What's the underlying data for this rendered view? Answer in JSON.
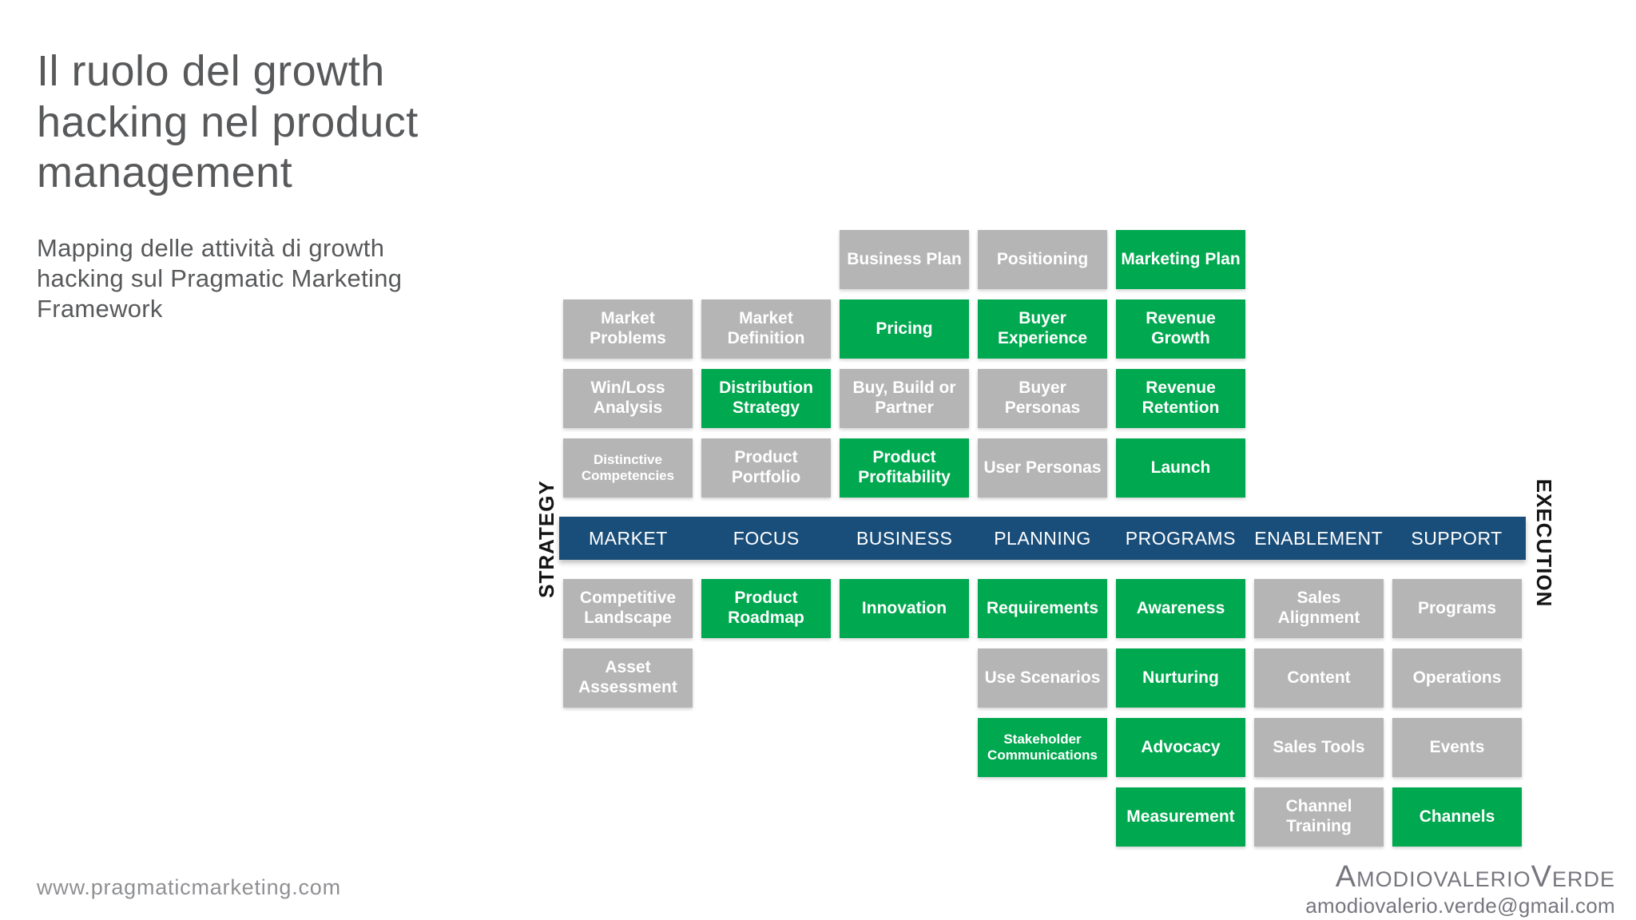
{
  "slide": {
    "title": "Il ruolo del growth hacking nel product management",
    "subtitle": "Mapping delle attività di growth hacking sul Pragmatic Marketing Framework",
    "footer_url": "www.pragmaticmarketing.com",
    "author_first": "Amodiovalerio",
    "author_last": "Verde",
    "author_email": "amodiovalerio.verde@gmail.com"
  },
  "framework": {
    "strategy_label": "STRATEGY",
    "execution_label": "EXECUTION",
    "columns": [
      "MARKET",
      "FOCUS",
      "BUSINESS",
      "PLANNING",
      "PROGRAMS",
      "ENABLEMENT",
      "SUPPORT"
    ],
    "colors": {
      "highlight_green": "#00a84f",
      "muted_gray": "#b5b5b5",
      "bar_blue": "#1a4e7a"
    },
    "cells": [
      {
        "label": "Business Plan",
        "col": "BUSINESS",
        "phase": "strategy",
        "state": "muted"
      },
      {
        "label": "Positioning",
        "col": "PLANNING",
        "phase": "strategy",
        "state": "muted"
      },
      {
        "label": "Marketing Plan",
        "col": "PROGRAMS",
        "phase": "strategy",
        "state": "highlight"
      },
      {
        "label": "Market Problems",
        "col": "MARKET",
        "phase": "strategy",
        "state": "muted"
      },
      {
        "label": "Market Definition",
        "col": "FOCUS",
        "phase": "strategy",
        "state": "muted"
      },
      {
        "label": "Pricing",
        "col": "BUSINESS",
        "phase": "strategy",
        "state": "highlight"
      },
      {
        "label": "Buyer Experience",
        "col": "PLANNING",
        "phase": "strategy",
        "state": "highlight"
      },
      {
        "label": "Revenue Growth",
        "col": "PROGRAMS",
        "phase": "strategy",
        "state": "highlight"
      },
      {
        "label": "Win/Loss Analysis",
        "col": "MARKET",
        "phase": "strategy",
        "state": "muted"
      },
      {
        "label": "Distribution Strategy",
        "col": "FOCUS",
        "phase": "strategy",
        "state": "highlight"
      },
      {
        "label": "Buy, Build or Partner",
        "col": "BUSINESS",
        "phase": "strategy",
        "state": "muted"
      },
      {
        "label": "Buyer Personas",
        "col": "PLANNING",
        "phase": "strategy",
        "state": "muted"
      },
      {
        "label": "Revenue Retention",
        "col": "PROGRAMS",
        "phase": "strategy",
        "state": "highlight"
      },
      {
        "label": "Distinctive Competencies",
        "col": "MARKET",
        "phase": "strategy",
        "state": "muted"
      },
      {
        "label": "Product Portfolio",
        "col": "FOCUS",
        "phase": "strategy",
        "state": "muted"
      },
      {
        "label": "Product Profitability",
        "col": "BUSINESS",
        "phase": "strategy",
        "state": "highlight"
      },
      {
        "label": "User Personas",
        "col": "PLANNING",
        "phase": "strategy",
        "state": "muted"
      },
      {
        "label": "Launch",
        "col": "PROGRAMS",
        "phase": "strategy",
        "state": "highlight"
      },
      {
        "label": "Competitive Landscape",
        "col": "MARKET",
        "phase": "execution",
        "state": "muted"
      },
      {
        "label": "Product Roadmap",
        "col": "FOCUS",
        "phase": "execution",
        "state": "highlight"
      },
      {
        "label": "Innovation",
        "col": "BUSINESS",
        "phase": "execution",
        "state": "highlight"
      },
      {
        "label": "Requirements",
        "col": "PLANNING",
        "phase": "execution",
        "state": "highlight"
      },
      {
        "label": "Awareness",
        "col": "PROGRAMS",
        "phase": "execution",
        "state": "highlight"
      },
      {
        "label": "Sales Alignment",
        "col": "ENABLEMENT",
        "phase": "execution",
        "state": "muted"
      },
      {
        "label": "Programs",
        "col": "SUPPORT",
        "phase": "execution",
        "state": "muted"
      },
      {
        "label": "Asset Assessment",
        "col": "MARKET",
        "phase": "execution",
        "state": "muted"
      },
      {
        "label": "Use Scenarios",
        "col": "PLANNING",
        "phase": "execution",
        "state": "muted"
      },
      {
        "label": "Nurturing",
        "col": "PROGRAMS",
        "phase": "execution",
        "state": "highlight"
      },
      {
        "label": "Content",
        "col": "ENABLEMENT",
        "phase": "execution",
        "state": "muted"
      },
      {
        "label": "Operations",
        "col": "SUPPORT",
        "phase": "execution",
        "state": "muted"
      },
      {
        "label": "Stakeholder Communications",
        "col": "PLANNING",
        "phase": "execution",
        "state": "highlight"
      },
      {
        "label": "Advocacy",
        "col": "PROGRAMS",
        "phase": "execution",
        "state": "highlight"
      },
      {
        "label": "Sales Tools",
        "col": "ENABLEMENT",
        "phase": "execution",
        "state": "muted"
      },
      {
        "label": "Events",
        "col": "SUPPORT",
        "phase": "execution",
        "state": "muted"
      },
      {
        "label": "Measurement",
        "col": "PROGRAMS",
        "phase": "execution",
        "state": "highlight"
      },
      {
        "label": "Channel Training",
        "col": "ENABLEMENT",
        "phase": "execution",
        "state": "muted"
      },
      {
        "label": "Channels",
        "col": "SUPPORT",
        "phase": "execution",
        "state": "highlight"
      }
    ]
  }
}
